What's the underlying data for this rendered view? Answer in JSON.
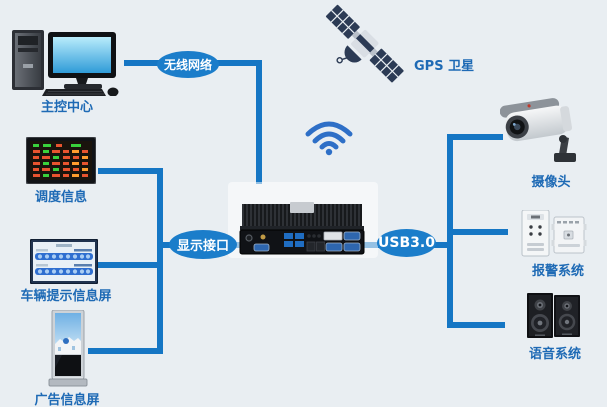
{
  "diagram": {
    "background": "#e9eef2",
    "line_color": "#1576c4",
    "badge_color": "#1b7dca",
    "label_color": "#1e6ab5"
  },
  "badges": {
    "wireless": "无线网络",
    "display_interface": "显示接口",
    "usb": "USB3.0"
  },
  "nodes": {
    "control_center": "主控中心",
    "dispatch_info": "调度信息",
    "vehicle_info_screen": "车辆提示信息屏",
    "ad_info_screen": "广告信息屏",
    "gps_satellite": "GPS 卫星",
    "camera": "摄像头",
    "alarm_system": "报警系统",
    "voice_system": "语音系统"
  }
}
